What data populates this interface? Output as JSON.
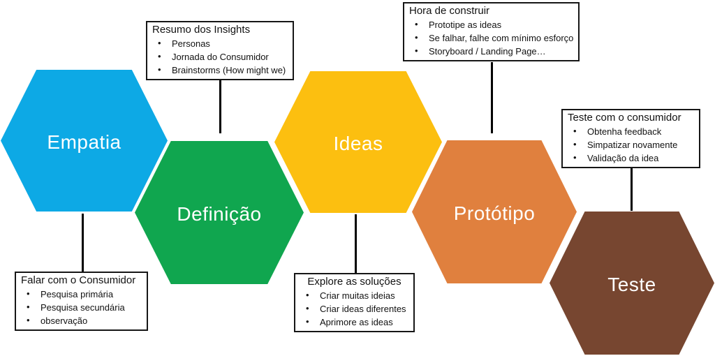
{
  "stages": [
    {
      "label": "Empatia",
      "color": "#0DA9E5"
    },
    {
      "label": "Definição",
      "color": "#10A64F"
    },
    {
      "label": "Ideas",
      "color": "#FCBF10"
    },
    {
      "label": "Protótipo",
      "color": "#E0803E"
    },
    {
      "label": "Teste",
      "color": "#774630"
    }
  ],
  "notes": [
    {
      "title": "Resumo dos Insights",
      "bullets": [
        "Personas",
        "Jornada do Consumidor",
        "Brainstorms (How might we)"
      ]
    },
    {
      "title": "Hora de construir",
      "bullets": [
        "Prototipe as ideas",
        "Se falhar, falhe com mínimo esforço",
        "Storyboard / Landing Page…"
      ]
    },
    {
      "title": "Teste com o consumidor",
      "bullets": [
        "Obtenha feedback",
        "Simpatizar novamente",
        "Validação da idea"
      ]
    },
    {
      "title": "Falar com o Consumidor",
      "bullets": [
        "Pesquisa primária",
        "Pesquisa secundária",
        "observação"
      ]
    },
    {
      "title": "Explore as soluções",
      "bullets": [
        "Criar muitas ideias",
        "Criar ideas diferentes",
        "Aprimore as ideas"
      ]
    }
  ],
  "colors": {
    "note_border": "#161616",
    "connector": "#000000",
    "stage_label_text": "#FFFFFF",
    "background": "#FFFFFF"
  }
}
